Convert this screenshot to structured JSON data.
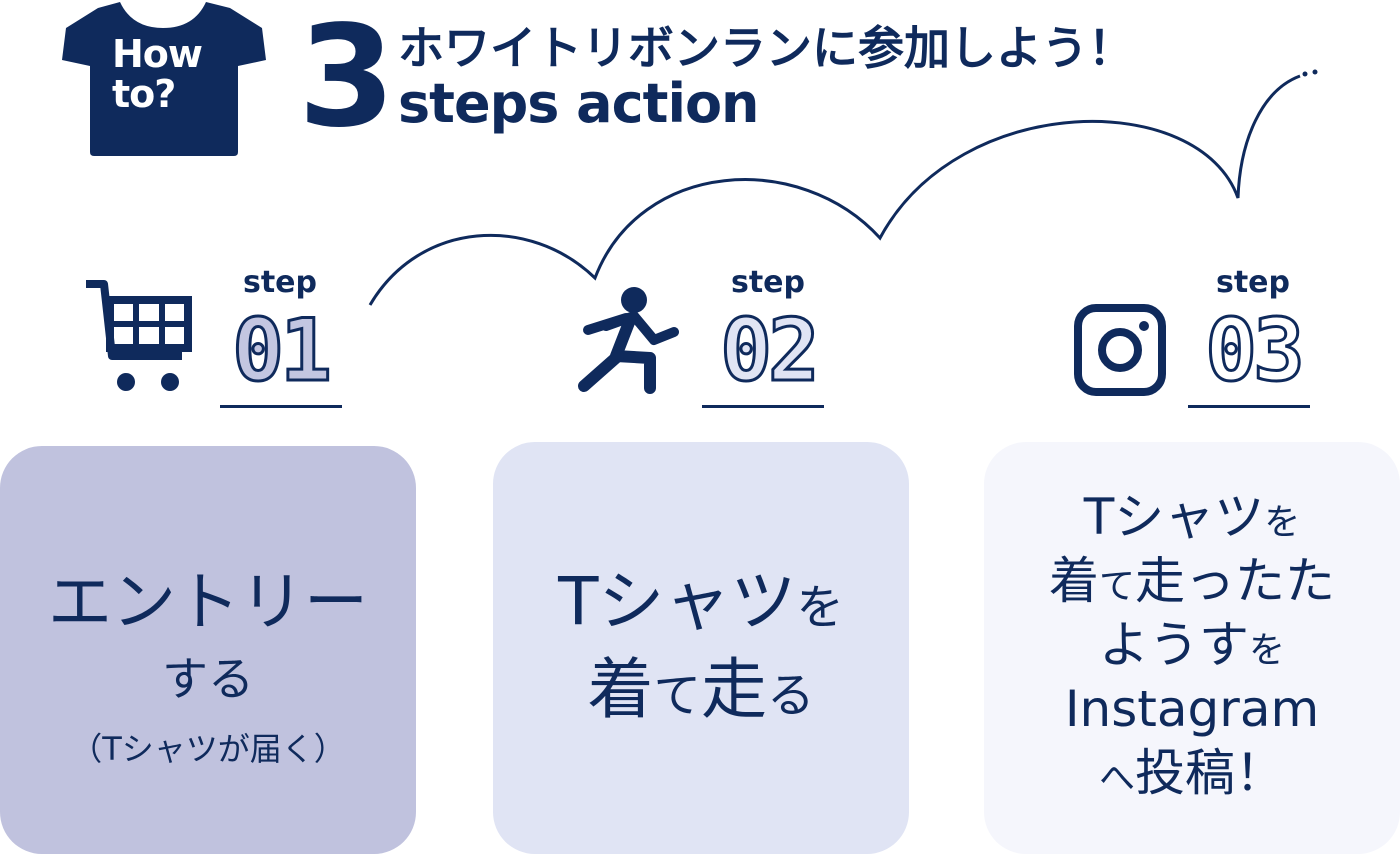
{
  "header": {
    "badge": [
      "How",
      "to?"
    ],
    "number": "3",
    "title_jp": "ホワイトリボンランに参加しよう！",
    "title_en": "steps action"
  },
  "icons": {
    "badge": "tshirt-icon",
    "step1": "cart-icon",
    "step2": "runner-icon",
    "step3": "instagram-icon"
  },
  "colors": {
    "navy": "#0f2a5c",
    "card1": "#c0c2de",
    "card2": "#e0e4f4",
    "card3": "#f5f6fc"
  },
  "steps": [
    {
      "label": "step",
      "number": "01"
    },
    {
      "label": "step",
      "number": "02"
    },
    {
      "label": "step",
      "number": "03"
    }
  ],
  "cards": {
    "card1": {
      "main": "エントリー",
      "sub": "する",
      "note": "（Tシャツが届く）"
    },
    "card2": {
      "l1_main": "Tシャツ",
      "l1_small": "を",
      "l2_a": "着",
      "l2_b": "て",
      "l2_c": "走",
      "l2_d": "る"
    },
    "card3": {
      "l1_main": "Tシャツ",
      "l1_small": "を",
      "l2_a": "着",
      "l2_b": "て",
      "l2_c": "走ったた",
      "l3_main": "ようす",
      "l3_small": "を",
      "l4": "Instagram",
      "l5_a": "へ",
      "l5_b": "投稿！"
    }
  }
}
